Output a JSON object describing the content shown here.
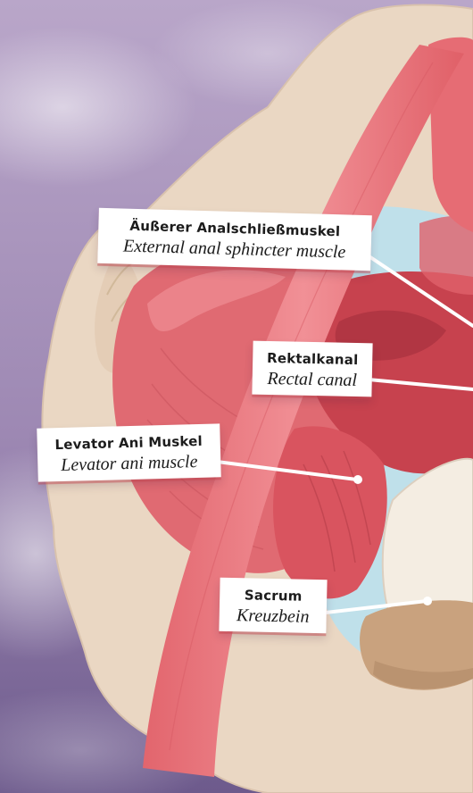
{
  "labels": [
    {
      "german": "Äußerer Analschließmuskel",
      "english": "External anal sphincter muscle"
    },
    {
      "german": "Rektalkanal",
      "english": "Rectal canal"
    },
    {
      "german": "Levator Ani Muskel",
      "english": "Levator ani muscle"
    },
    {
      "german": "Sacrum",
      "english": "Kreuzbein"
    }
  ],
  "colors": {
    "sky_top": "#b9a6c9",
    "sky_bottom": "#6d5a8c",
    "skin": "#ead7c3",
    "muscle": "#e06a72",
    "muscle_light": "#f08f94",
    "muscle_dark": "#c7424e",
    "bone": "#f4ede2",
    "fluid": "#bfe0ea",
    "leader_line": "#ffffff"
  }
}
